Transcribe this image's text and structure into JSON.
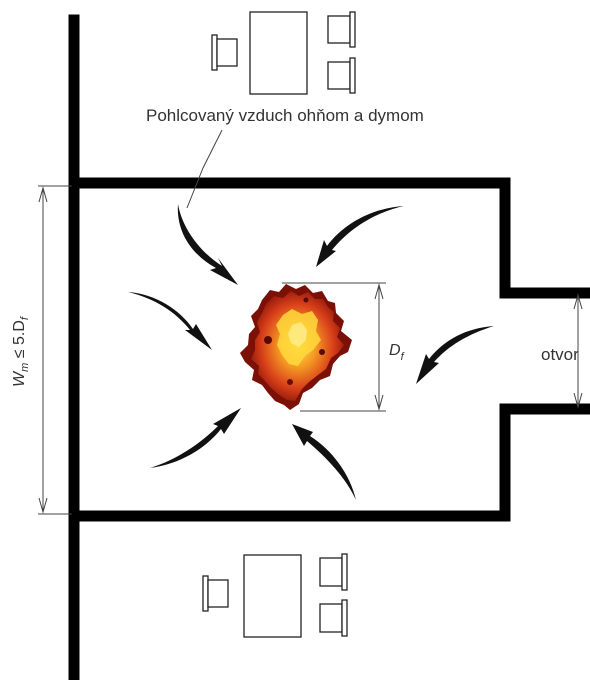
{
  "diagram": {
    "caption": "Pohlcovaný vzduch ohňom a dymom",
    "width_formula": {
      "main": "W",
      "sub": "m",
      "op": " ≤ 5.D",
      "sub2": "f"
    },
    "fire_dim": {
      "main": "D",
      "sub": "f"
    },
    "opening_label": "otvor",
    "colors": {
      "wall": "#000000",
      "arrow": "#111111",
      "fire_outer": "#b01a0a",
      "fire_mid": "#e8551a",
      "fire_core": "#ffd23a"
    }
  }
}
